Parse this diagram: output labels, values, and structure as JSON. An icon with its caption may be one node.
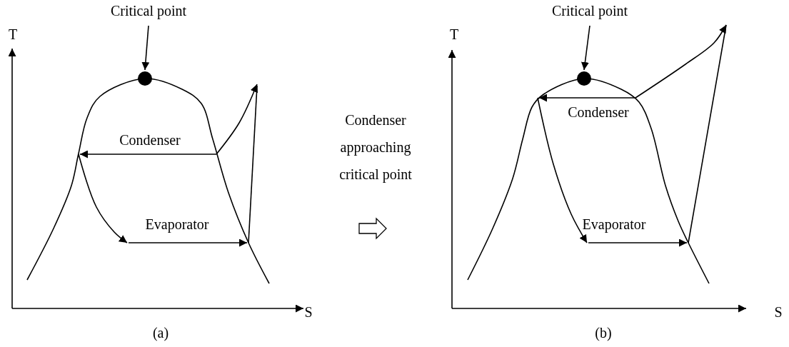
{
  "diagram": {
    "nodes": [
      {
        "text": [
          "Critical point"
        ]
      },
      {
        "text": [],
        "shape": "circle"
      },
      {
        "text": [
          "Critical point"
        ]
      },
      {
        "text": [],
        "shape": "circle"
      }
    ],
    "edges": [
      {
        "from": 0,
        "to": 1,
        "arrow": "to"
      },
      {
        "from": 2,
        "to": 3,
        "arrow": "to"
      }
    ],
    "labels": [
      "T",
      "S",
      "Condenser",
      "Evaporator",
      "(a)",
      "Condenser approaching critical point",
      "T",
      "S",
      "Condenser",
      "Evaporator",
      "(b)"
    ]
  }
}
